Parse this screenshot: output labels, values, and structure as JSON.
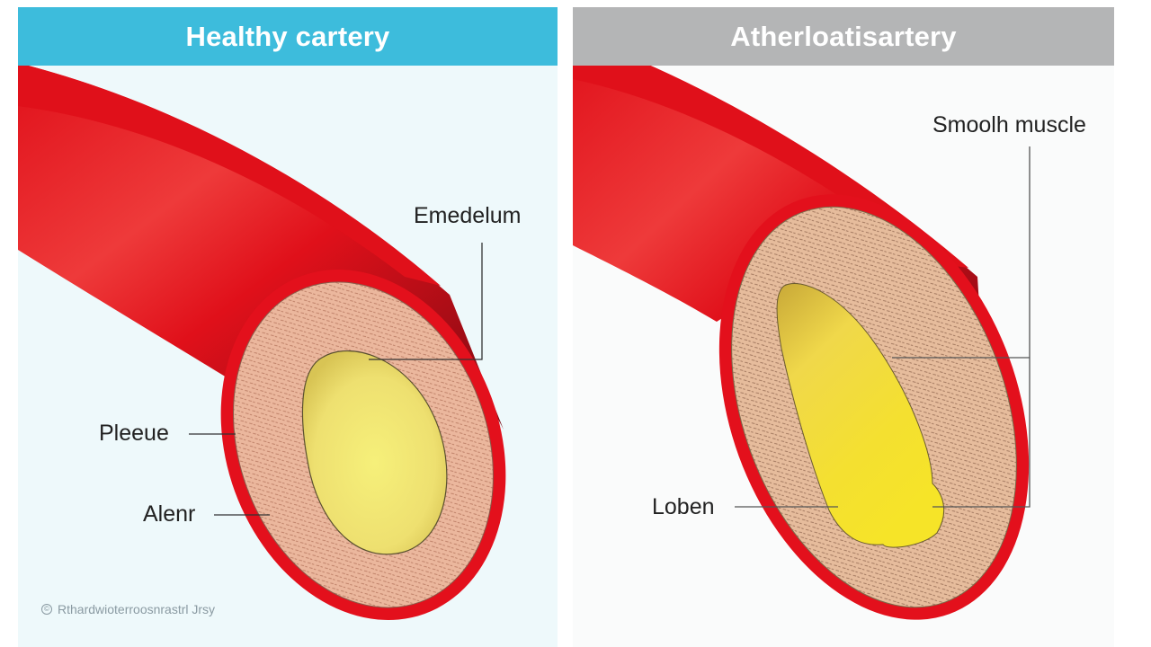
{
  "panels": {
    "left": {
      "title": "Healthy cartery",
      "header_color": "#3dbcdc",
      "background": "#eef9fb",
      "labels": {
        "emedelum": "Emedelum",
        "pleeue": "Pleeue",
        "alenr": "Alenr"
      },
      "credit": "Rthardwioterroosnrastrl Jrsy"
    },
    "right": {
      "title": "Atherloatisartery",
      "header_color": "#b4b5b6",
      "background": "#fafbfb",
      "labels": {
        "smooth_muscle": "Smoolh muscle",
        "loben": "Loben"
      }
    }
  },
  "colors": {
    "artery_red": "#e0101a",
    "artery_dark": "#7a0a12",
    "wall_tissue": "#e9b79c",
    "lumen_yellow": "#f2ea6e",
    "plaque_yellow": "#f0d21e",
    "leader_line": "#333333"
  },
  "icons": {
    "credit": "copyright-circle-icon"
  }
}
